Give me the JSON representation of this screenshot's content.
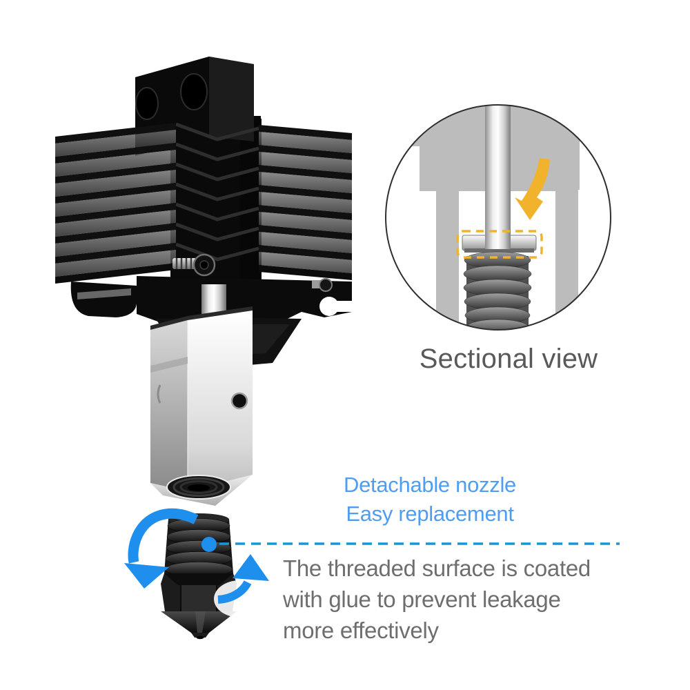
{
  "page": {
    "background": "#ffffff"
  },
  "colors": {
    "page_bg": "#ffffff",
    "caption_blue": "#4f9df0",
    "leader_blue": "#1598da",
    "arrow_blue": "#1f8fee",
    "body_text_gray": "#6e6e6e",
    "label_gray": "#595959",
    "highlight_yellow": "#f1b32b",
    "section_gray": "#bcbcbc"
  },
  "inset": {
    "label": "Sectional view"
  },
  "callouts": {
    "nozzle_title": [
      "Detachable nozzle",
      "Easy replacement"
    ],
    "nozzle_body": [
      "The threaded surface is coated",
      "with glue to prevent leakage",
      "more effectively"
    ]
  },
  "icons": {
    "rotation_arrow_left": "curved-arrow-counterclockwise",
    "rotation_arrow_right": "curved-arrow-clockwise",
    "insertion_arrow": "tapered-arrow-down-left",
    "glue_highlight": "dashed-rounded-rectangle",
    "leader": "dot-with-dashed-line"
  }
}
